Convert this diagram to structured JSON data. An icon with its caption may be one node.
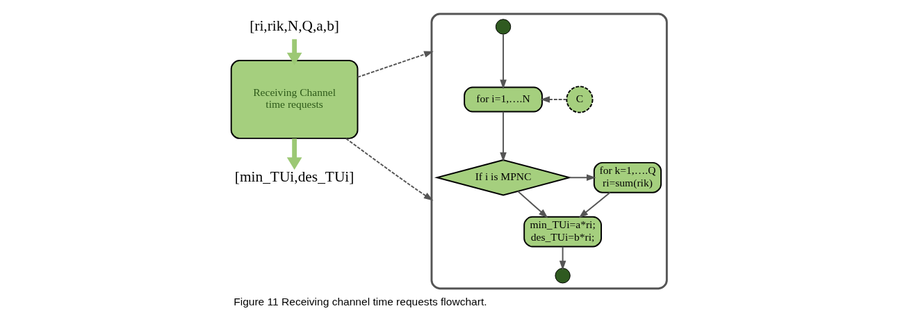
{
  "diagram": {
    "caption": "Figure 11 Receiving channel time requests flowchart.",
    "nodes": [
      {
        "text": [
          "[ri,rik,N,Q,a,b]"
        ]
      },
      {
        "text": [
          "Receiving Channel time requests"
        ]
      },
      {
        "text": [
          "[min_TUi,des_TUi]"
        ]
      },
      {
        "text": [],
        "shape": "box"
      },
      {
        "text": [],
        "shape": "circle",
        "in": 3
      },
      {
        "text": [
          "for i=1,….N"
        ],
        "in": 3
      },
      {
        "text": [
          "C"
        ],
        "in": 3
      },
      {
        "text": [
          "If i is MPNC"
        ],
        "in": 3
      },
      {
        "text": [
          "for k=1,….Q ri=sum(rik)"
        ],
        "in": 3
      },
      {
        "text": [
          "min_TUi=a*ri; des_TUi=b*ri;"
        ],
        "in": 3
      },
      {
        "text": [],
        "shape": "circle",
        "in": 3
      }
    ],
    "edges": [
      {
        "from": 0,
        "to": 1,
        "arrow": "to",
        "style": "thick",
        "color": "#9cc874"
      },
      {
        "from": 1,
        "to": 2,
        "arrow": "to",
        "style": "thick",
        "color": "#9cc874"
      },
      {
        "from": 1,
        "to": 3,
        "arrow": "to",
        "style": "dashed"
      },
      {
        "from": 1,
        "to": 3,
        "arrow": "to",
        "style": "dashed"
      },
      {
        "from": 4,
        "to": 5,
        "arrow": "to"
      },
      {
        "from": 6,
        "to": 5,
        "arrow": "to",
        "style": "dashed"
      },
      {
        "from": 5,
        "to": 7,
        "arrow": "to"
      },
      {
        "from": 7,
        "to": 8,
        "arrow": "to"
      },
      {
        "from": 7,
        "to": 9,
        "arrow": "to"
      },
      {
        "from": 8,
        "to": 9,
        "arrow": "to"
      },
      {
        "from": 9,
        "to": 10,
        "arrow": "to"
      }
    ]
  }
}
